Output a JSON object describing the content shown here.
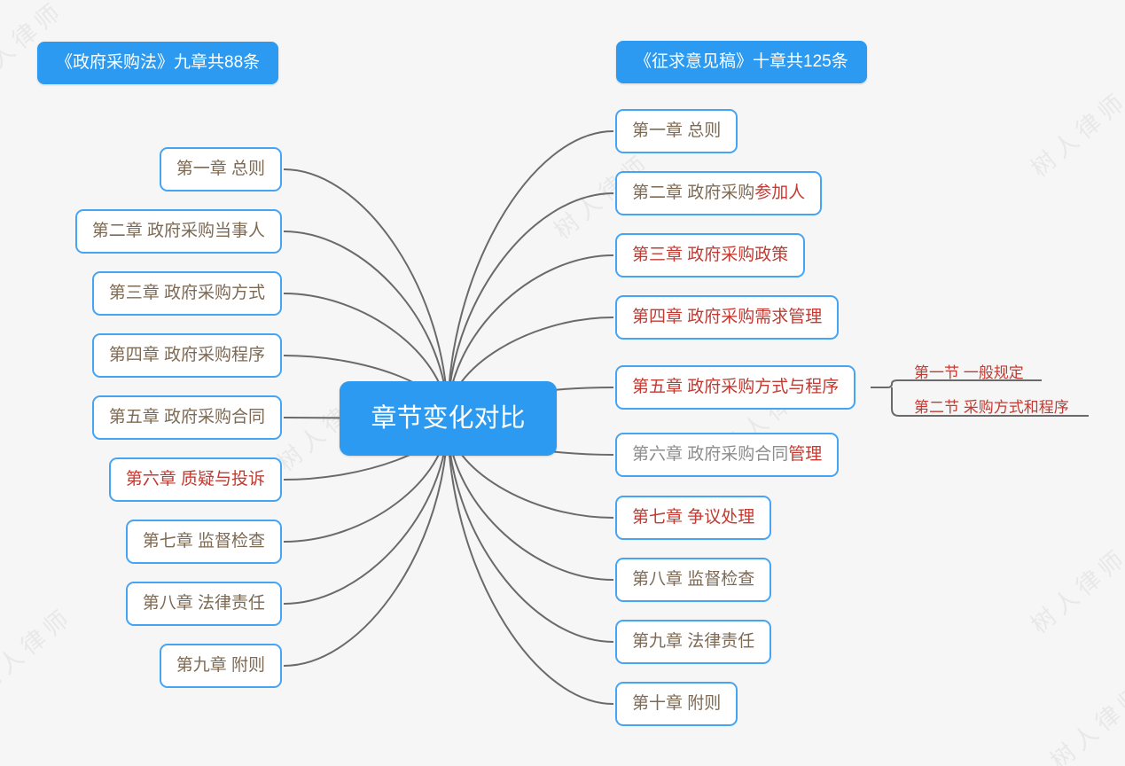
{
  "watermark": {
    "text": "树人律师"
  },
  "headers": {
    "left": "《政府采购法》九章共88条",
    "right": "《征求意见稿》十章共125条"
  },
  "center": {
    "label": "章节变化对比"
  },
  "left": {
    "chapters": [
      {
        "prefix": "第一章 总则",
        "highlight": ""
      },
      {
        "prefix": "第二章 政府采购当事人",
        "highlight": ""
      },
      {
        "prefix": "第三章 政府采购方式",
        "highlight": ""
      },
      {
        "prefix": "第四章 政府采购程序",
        "highlight": ""
      },
      {
        "prefix": "第五章 政府采购合同",
        "highlight": ""
      },
      {
        "prefix": "",
        "highlight": "第六章 质疑与投诉"
      },
      {
        "prefix": "第七章 监督检查",
        "highlight": ""
      },
      {
        "prefix": "第八章 法律责任",
        "highlight": ""
      },
      {
        "prefix": "第九章 附则",
        "highlight": ""
      }
    ]
  },
  "right": {
    "chapters": [
      {
        "prefix": "第一章 总则",
        "highlight": ""
      },
      {
        "prefix": "第二章 政府采购",
        "highlight": "参加人"
      },
      {
        "prefix": "",
        "highlight": "第三章 政府采购政策"
      },
      {
        "prefix": "",
        "highlight": "第四章 政府采购需求管理"
      },
      {
        "prefix": "",
        "highlight": "第五章 政府采购方式与程序"
      },
      {
        "prefix": "第六章 政府采购合同",
        "highlight": "管理"
      },
      {
        "prefix": "",
        "highlight": "第七章 争议处理"
      },
      {
        "prefix": "第八章 监督检查",
        "highlight": ""
      },
      {
        "prefix": "第九章 法律责任",
        "highlight": ""
      },
      {
        "prefix": "第十章 附则",
        "highlight": ""
      }
    ]
  },
  "subsections": [
    {
      "label": "第一节 一般规定"
    },
    {
      "label": "第二节 采购方式和程序"
    }
  ],
  "colors": {
    "accent_blue": "#2b9af0",
    "node_border_blue": "#46a4f5",
    "highlight_red": "#c23a31",
    "node_text_brown": "#7d6a55",
    "muted_gray": "#8c8c8c",
    "connector_gray": "#6a6a6a",
    "background": "#f6f6f6"
  }
}
